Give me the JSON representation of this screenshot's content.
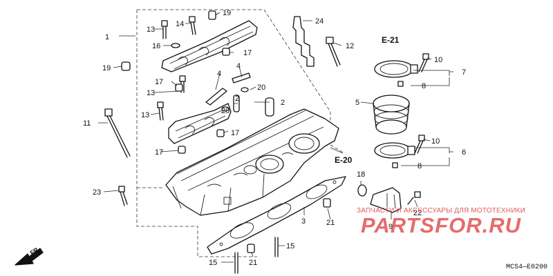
{
  "diagram": {
    "code": "MCS4—E0200",
    "direction_label": "FR.",
    "refs": {
      "e21": "E-21",
      "e20": "E-20"
    },
    "callouts": {
      "c1": "1",
      "c2": "2",
      "c3": "3",
      "c4a": "4",
      "c4b": "4",
      "c5": "5",
      "c6": "6",
      "c7": "7",
      "c8a": "8",
      "c8b": "8",
      "c9": "9",
      "c10a": "10",
      "c10b": "10",
      "c11": "11",
      "c12": "12",
      "c13a": "13",
      "c13b": "13",
      "c13c": "13",
      "c14": "14",
      "c15a": "15",
      "c15b": "15",
      "c16": "16",
      "c17a": "17",
      "c17b": "17",
      "c17c": "17",
      "c17d": "17",
      "c18": "18",
      "c19a": "19",
      "c19b": "19",
      "c20a": "20",
      "c20b": "20",
      "c21a": "21",
      "c21b": "21",
      "c22": "22",
      "c23": "23",
      "c24": "24"
    }
  },
  "watermark": {
    "caption": "ЗАПЧАСТИ И АКСЕССУАРЫ ДЛЯ МОТОТЕХНИКИ",
    "logo": "PARTSFOR.RU"
  }
}
